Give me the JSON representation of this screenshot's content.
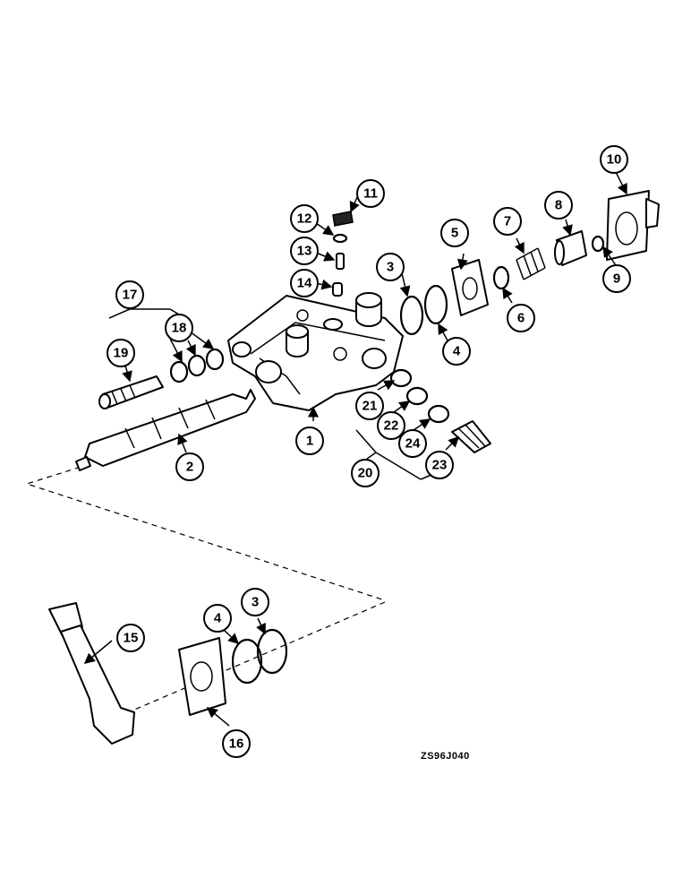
{
  "drawing_code": "ZS96J040",
  "callouts": [
    "1",
    "2",
    "3",
    "3",
    "4",
    "4",
    "5",
    "6",
    "7",
    "8",
    "9",
    "10",
    "11",
    "12",
    "13",
    "14",
    "15",
    "16",
    "17",
    "18",
    "19",
    "20",
    "21",
    "22",
    "23",
    "24"
  ]
}
